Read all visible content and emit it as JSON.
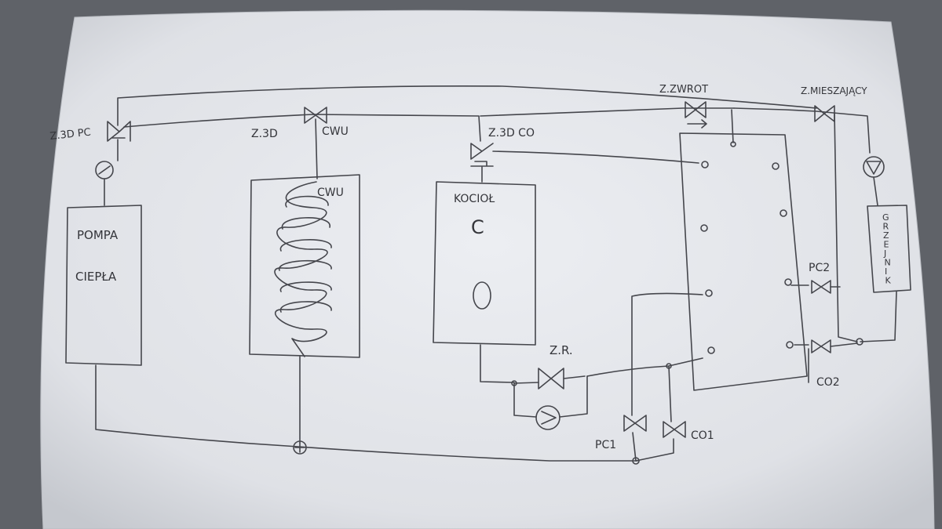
{
  "labels": {
    "zawor_3d_pc": "Z.3D PC",
    "zawor_3d_cwu": "Z.3D",
    "cwu_pipe": "CWU",
    "zawor_3d_co": "Z.3D CO",
    "zawor_zwrot": "Z.ZWROT",
    "zawor_mieszajacy": "Z.MIESZAJĄCY",
    "pompa_line1": "POMPA",
    "pompa_line2": "CIEPŁA",
    "cwu_tank": "CWU",
    "kociol": "KOCIOŁ",
    "kociol_c": "C",
    "kociol_o": "O",
    "zawor_zr": "Z.R.",
    "pc1": "PC1",
    "co1": "CO1",
    "pc2": "PC2",
    "co2": "CO2",
    "grzejnik": [
      "G",
      "R",
      "Z",
      "E",
      "J",
      "N",
      "I",
      "K"
    ]
  }
}
